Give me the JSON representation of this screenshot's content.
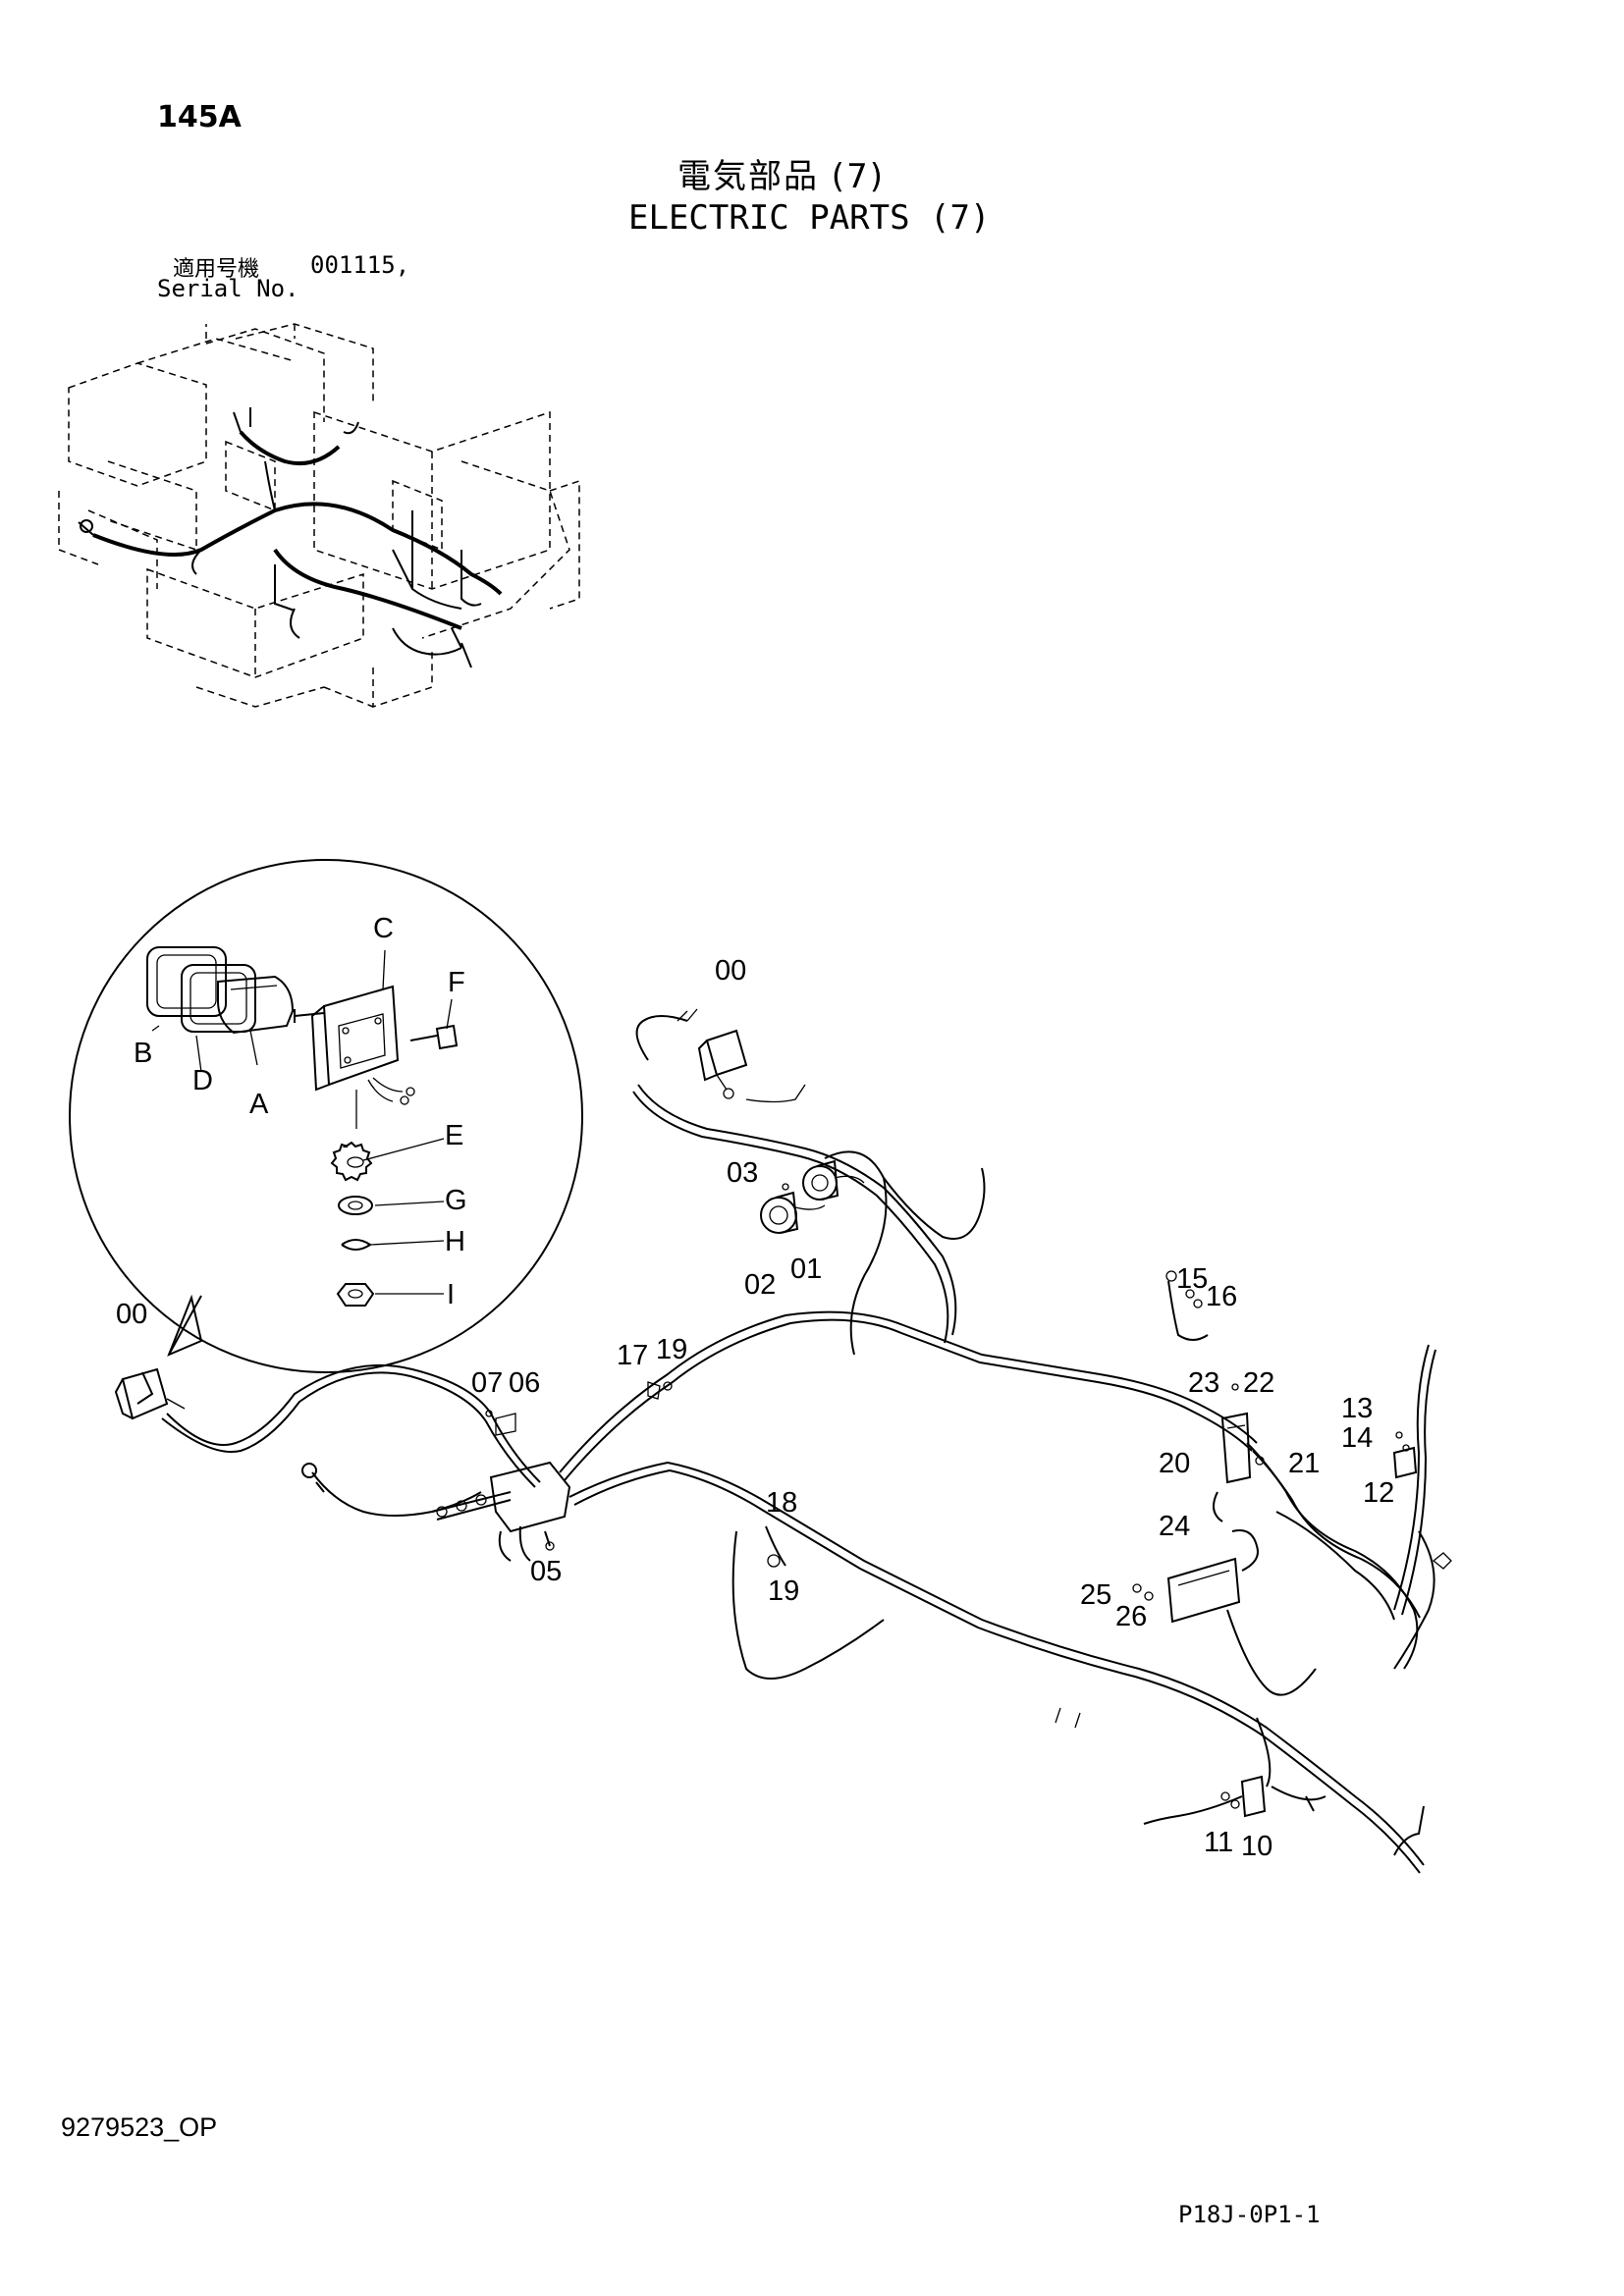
{
  "header": {
    "page_code": "145A",
    "title_jp": "電気部品 (7)",
    "title_en": "ELECTRIC PARTS (7)",
    "serial_label_jp": "適用号機",
    "serial_value": "001115,",
    "serial_label_en": "Serial No."
  },
  "callouts": {
    "detail": [
      "C",
      "F",
      "B",
      "D",
      "A",
      "E",
      "G",
      "H",
      "I"
    ],
    "parts": [
      "00",
      "00",
      "03",
      "01",
      "02",
      "15",
      "16",
      "17",
      "19",
      "07",
      "06",
      "23",
      "22",
      "13",
      "14",
      "20",
      "21",
      "12",
      "18",
      "24",
      "05",
      "19",
      "25",
      "26",
      "11",
      "10"
    ]
  },
  "footer": {
    "doc_number": "9279523_OP",
    "page_ref": "P18J-0P1-1"
  }
}
